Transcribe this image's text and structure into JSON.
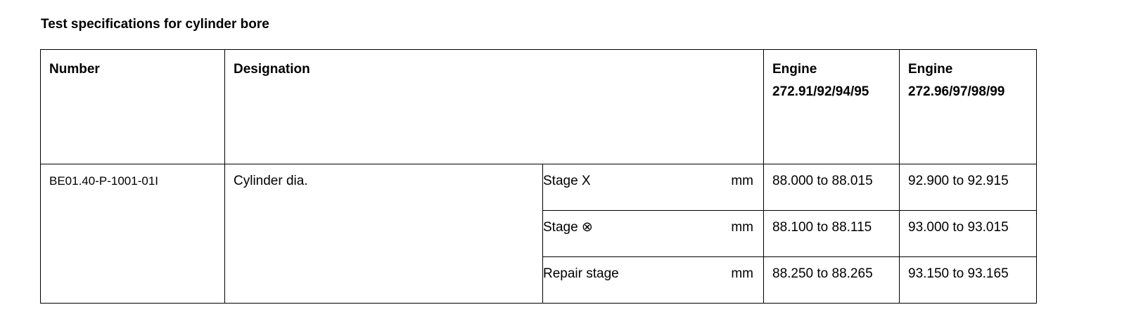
{
  "title": "Test specifications for cylinder bore",
  "table": {
    "headers": {
      "number": "Number",
      "designation": "Designation",
      "engine_a": [
        "Engine",
        "272.91/92/94/95"
      ],
      "engine_b": [
        "Engine",
        "272.96/97/98/99"
      ]
    },
    "rows": [
      {
        "number": "BE01.40-P-1001-01I",
        "designation": "Cylinder dia.",
        "stage": "Stage X",
        "unit": "mm",
        "engine_a": "88.000 to 88.015",
        "engine_b": "92.900 to 92.915"
      },
      {
        "number": "",
        "designation": "",
        "stage": "Stage ⊗",
        "unit": "mm",
        "engine_a": "88.100 to 88.115",
        "engine_b": "93.000 to 93.015"
      },
      {
        "number": "",
        "designation": "",
        "stage": "Repair stage",
        "unit": "mm",
        "engine_a": "88.250 to 88.265",
        "engine_b": "93.150 to 93.165"
      }
    ]
  }
}
